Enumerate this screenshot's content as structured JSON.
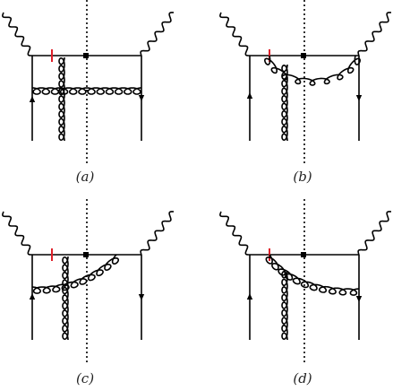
{
  "diagrams": [
    {
      "id": "a",
      "caption": "(a)"
    },
    {
      "id": "b",
      "caption": "(b)"
    },
    {
      "id": "c",
      "caption": "(c)"
    },
    {
      "id": "d",
      "caption": "(d)"
    }
  ],
  "colors": {
    "line": "#000000",
    "insertion_mark": "#e0202a"
  }
}
